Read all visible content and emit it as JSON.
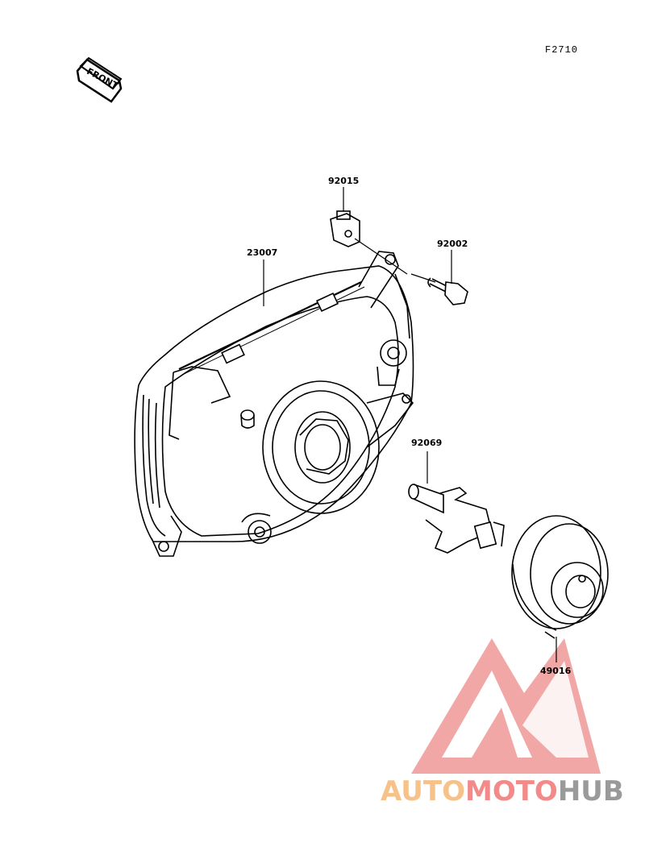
{
  "figure_code": "F2710",
  "front_label": "FRONT",
  "parts": [
    {
      "number": "92015",
      "name": "clip-nut"
    },
    {
      "number": "92002",
      "name": "bolt"
    },
    {
      "number": "23007",
      "name": "headlight-unit"
    },
    {
      "number": "92069",
      "name": "bulb"
    },
    {
      "number": "49016",
      "name": "dust-cap"
    }
  ],
  "watermark": {
    "part1": "AUTO",
    "part2": "MOTO",
    "part3": "HUB",
    "colors": {
      "auto": "#f6c28a",
      "moto": "#f28a8a",
      "hub": "#9a9a9a",
      "logo": "#ee8a8a"
    }
  }
}
